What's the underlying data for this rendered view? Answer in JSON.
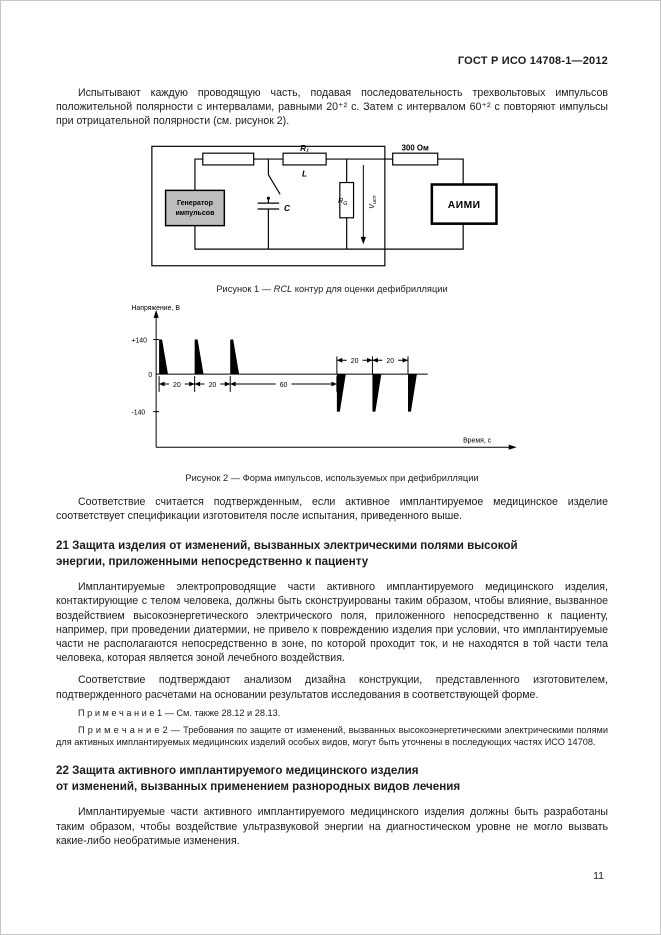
{
  "header": {
    "title": "ГОСТ Р ИСО 14708-1—2012"
  },
  "intro": {
    "p1": "Испытывают каждую проводящую часть, подавая последовательность трехвольтовых импульсов положительной полярности с интервалами, равными 20⁺² с. Затем с интервалом 60⁺² с повторяют импульсы при отрицательной полярности (см. рисунок 2)."
  },
  "figure1": {
    "generator_line1": "Генератор",
    "generator_line2": "импульсов",
    "r1_label": "R₁",
    "l_label": "L",
    "c_label": "C",
    "rg_base": "R",
    "rg_sub": "G",
    "v_base": "V",
    "v_sub": "исп",
    "resistor_label": "300 Ом",
    "device_label": "АИМИ",
    "caption_prefix": "Рисунок 1 — ",
    "caption_italic": "RCL",
    "caption_suffix": " контур для оценки дефибрилляции"
  },
  "figure2": {
    "y_axis_label": "Напряжение, В",
    "x_axis_label": "Время, с",
    "y_max": "+140",
    "y_zero": "0",
    "y_min": "-140",
    "dims": [
      "20",
      "20",
      "60",
      "20",
      "20"
    ],
    "caption": "Рисунок 2 — Форма импульсов, используемых при дефибрилляции"
  },
  "conformity": {
    "p1": "Соответствие считается подтвержденным, если активное имплантируемое медицинское изделие соответствует спецификации изготовителя после испытания, приведенного выше."
  },
  "section21": {
    "title_l1": "21 Защита изделия от изменений, вызванных электрическими полями высокой",
    "title_l2": "энергии, приложенными непосредственно к пациенту",
    "p1": "Имплантируемые электропроводящие части активного имплантируемого медицинского изделия, контактирующие с телом человека, должны быть сконструированы таким образом, чтобы влияние, вызванное воздействием высокоэнергетического электрического поля, приложенного непосредственно к пациенту, например, при проведении диатермии, не привело к повреждению изделия при условии, что имплантируемые части не располагаются непосредственно в зоне, по которой проходит ток, и не находятся в той части тела человека, которая является зоной лечебного воздействия.",
    "p2": "Соответствие подтверждают анализом дизайна конструкции, представленного изготовителем, подтвержденного расчетами на основании результатов исследования в соответствующей форме.",
    "note1": "П р и м е ч а н и е  1 — См. также 28.12 и 28.13.",
    "note2": "П р и м е ч а н и е  2 — Требования по защите от изменений, вызванных высокоэнергетическими электрическими полями для активных имплантируемых медицинских изделий особых видов, могут быть уточнены в последующих частях ИСО 14708."
  },
  "section22": {
    "title_l1": "22 Защита активного имплантируемого медицинского изделия",
    "title_l2": "от изменений, вызванных применением разнородных видов лечения",
    "p1": "Имплантируемые части активного имплантируемого медицинского изделия должны быть разработаны таким образом, чтобы воздействие ультразвуковой энергии на диагностическом уровне не могло вызвать какие-либо необратимые изменения."
  },
  "footer": {
    "page_number": "11"
  }
}
